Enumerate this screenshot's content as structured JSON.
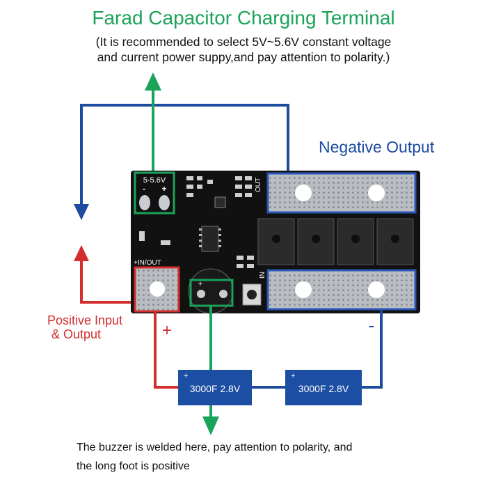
{
  "header": {
    "title": "Farad Capacitor Charging Terminal",
    "note_line1": "(It is recommended to select 5V~5.6V constant voltage",
    "note_line2": "and current power suppy,and pay attention to polarity.)"
  },
  "labels": {
    "negative_output": "Negative Output",
    "positive_io_line1": "Positive Input",
    "positive_io_line2": "& Output",
    "plus_sign": "+",
    "minus_sign": "-",
    "buzzer_note_line1": "The buzzer is welded here, pay attention to polarity, and",
    "buzzer_note_line2": "the long foot is positive"
  },
  "board": {
    "charge_terminal_label": "5-5.6V",
    "charge_minus": "-",
    "charge_plus": "+",
    "in_out_label": "+IN/OUT",
    "out_label": "OUT",
    "in_label": "IN",
    "buzzer_plus": "+"
  },
  "capacitors": [
    {
      "label": "3000F 2.8V",
      "polarity_mark": "+"
    },
    {
      "label": "3000F 2.8V",
      "polarity_mark": "+"
    }
  ],
  "colors": {
    "green": "#1aa35a",
    "blue": "#1c4ba0",
    "red": "#d42d2d",
    "board": "#111111",
    "capacitor": "#1c4ea3"
  }
}
